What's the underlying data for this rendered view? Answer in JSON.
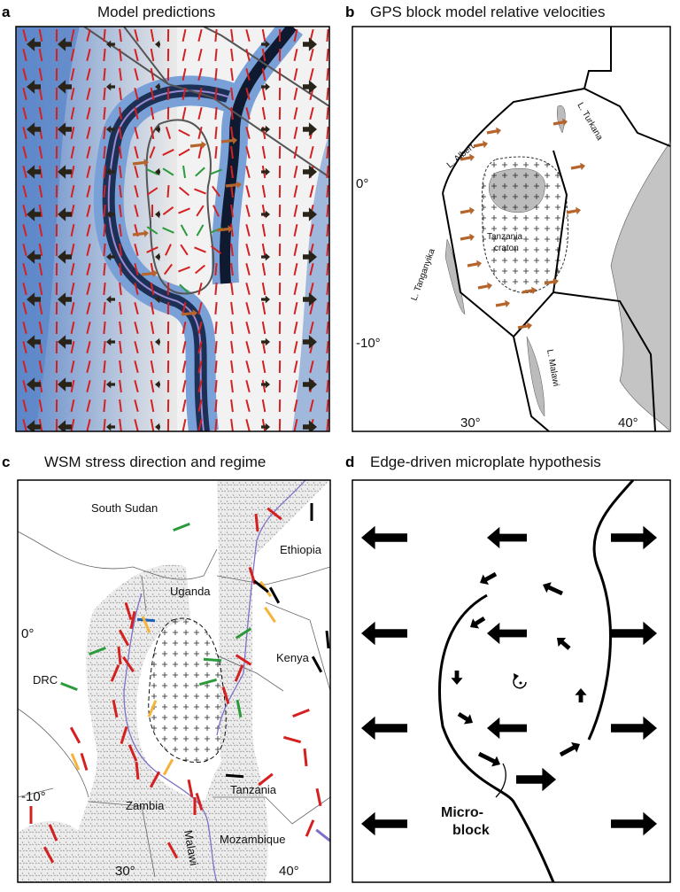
{
  "panels": [
    {
      "letter": "a",
      "title": "Model predictions"
    },
    {
      "letter": "b",
      "title": "GPS block model relative velocities"
    },
    {
      "letter": "c",
      "title": "WSM stress direction and regime"
    },
    {
      "letter": "d",
      "title": "Edge-driven microplate hypothesis"
    }
  ],
  "panel_b": {
    "lat_labels": [
      "0°",
      "-10°"
    ],
    "lon_labels": [
      "30°",
      "40°"
    ],
    "places": {
      "albert": "L. Albert",
      "turkana": "L. Turkana",
      "tanganyika": "L. Tanganyika",
      "craton1": "Tanzania",
      "craton2": "craton",
      "malawi": "L. Malawi"
    },
    "colors": {
      "velocity_arrow": "#b5652b",
      "lakes": "#bcbcbc",
      "block_boundary": "#000000"
    }
  },
  "panel_c": {
    "lat_labels": [
      "0°",
      "-10°"
    ],
    "lon_labels": [
      "30°",
      "40°"
    ],
    "places": {
      "south_sudan": "South Sudan",
      "ethiopia": "Ethiopia",
      "uganda": "Uganda",
      "kenya": "Kenya",
      "drc": "DRC",
      "tanzania": "Tanzania",
      "zambia": "Zambia",
      "mozambique": "Mozambique",
      "malawi": "Malawi"
    },
    "colors": {
      "normal": "#d42020",
      "strike_slip": "#2a9a3a",
      "thrust": "#1c5fb8",
      "unknown": "#000000",
      "oblique": "#f5b437",
      "rift": "#7d72c8"
    }
  },
  "panel_d": {
    "label_line1": "Micro-",
    "label_line2": "block"
  },
  "panel_a": {
    "colors": {
      "viscosity_low": "#1c3a6e",
      "viscosity_mid": "#4d7ec7",
      "stress_normal": "#d42020",
      "stress_ss": "#2a9a3a",
      "velocity": "#b5652b"
    }
  }
}
